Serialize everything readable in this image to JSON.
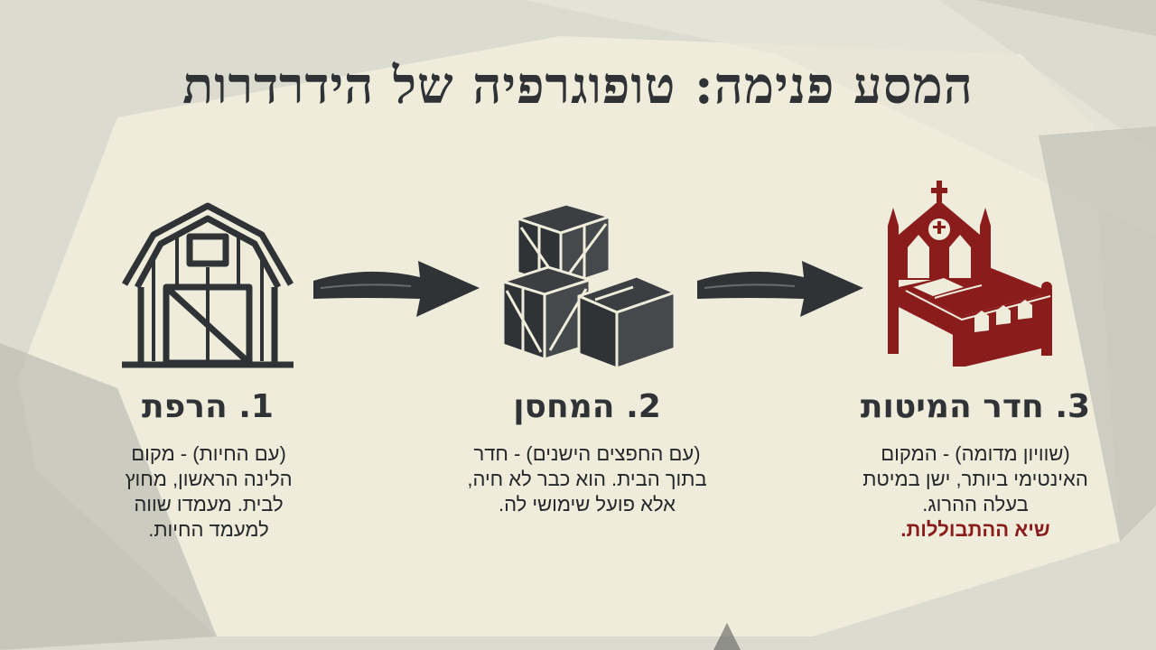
{
  "title": "המסע פנימה: טופוגרפיה של הידרדרות",
  "stages": [
    {
      "label": "1. הרפת",
      "desc": "(עם החיות) - מקום הלינה הראשון, מחוץ לבית. מעמדו שווה למעמד החיות.",
      "icon": "barn-icon"
    },
    {
      "label": "2. המחסן",
      "desc": "(עם החפצים הישנים) - חדר בתוך הבית. הוא כבר לא חיה, אלא פועל שימושי לה.",
      "icon": "boxes-icon"
    },
    {
      "label": "3. חדר המיטות",
      "desc": "(שוויון מדומה) - המקום האינטימי ביותר, ישן במיטת בעלה ההרוג.",
      "emphasis": "שיא ההתבוללות.",
      "icon": "gothic-bed-icon"
    }
  ],
  "colors": {
    "ink": "#2f3336",
    "accent": "#8b1c1c",
    "paper": "#efecdc"
  }
}
